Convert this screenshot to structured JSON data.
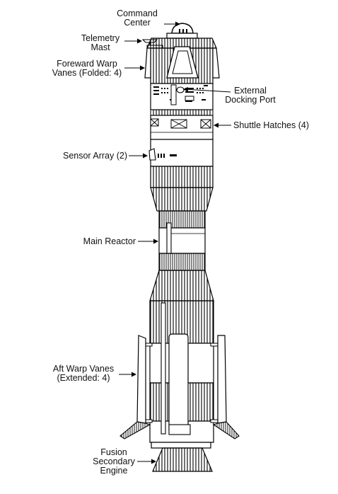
{
  "diagram": {
    "subject": "spacecraft cutaway line drawing",
    "labels": {
      "command_center": "Command\nCenter",
      "telemetry_mast": "Telemetry\nMast",
      "foreward_warp_vanes": "Foreward Warp\nVanes (Folded: 4)",
      "external_docking_port": "External\nDocking Port",
      "shuttle_hatches": "Shuttle Hatches (4)",
      "sensor_array": "Sensor Array (2)",
      "main_reactor": "Main Reactor",
      "aft_warp_vanes": "Aft Warp Vanes\n(Extended: 4)",
      "fusion_secondary_engine": "Fusion\nSecondary\nEngine"
    },
    "colors": {
      "line": "#000000",
      "background": "#ffffff",
      "text": "#111111"
    }
  }
}
